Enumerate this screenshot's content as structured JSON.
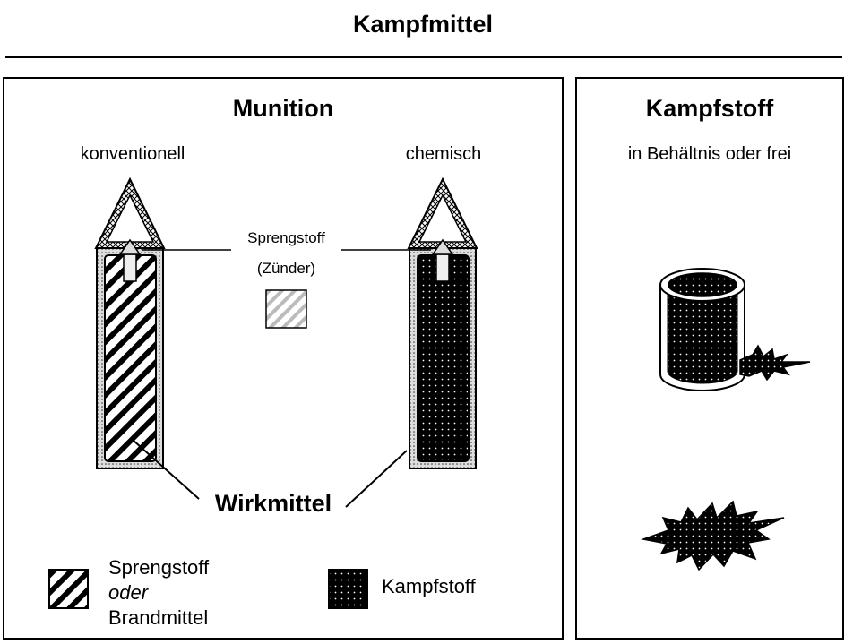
{
  "title": "Kampfmittel",
  "munition": {
    "title": "Munition",
    "conventional_label": "konventionell",
    "chemical_label": "chemisch",
    "fuse_label_line1": "Sprengstoff",
    "fuse_label_line2": "(Zünder)",
    "effect_label": "Wirkmittel"
  },
  "kampfstoff": {
    "title": "Kampfstoff",
    "subtitle": "in Behältnis oder frei"
  },
  "legend": {
    "explosive_line1": "Sprengstoff",
    "explosive_line2": "oder",
    "explosive_line3": "Brandmittel",
    "agent_label": "Kampfstoff"
  },
  "icons": [
    "conventional-shell-icon",
    "chemical-shell-icon",
    "fuse-icon",
    "container-icon",
    "splash-icon",
    "hatch-swatch-icon",
    "dots-swatch-icon"
  ]
}
